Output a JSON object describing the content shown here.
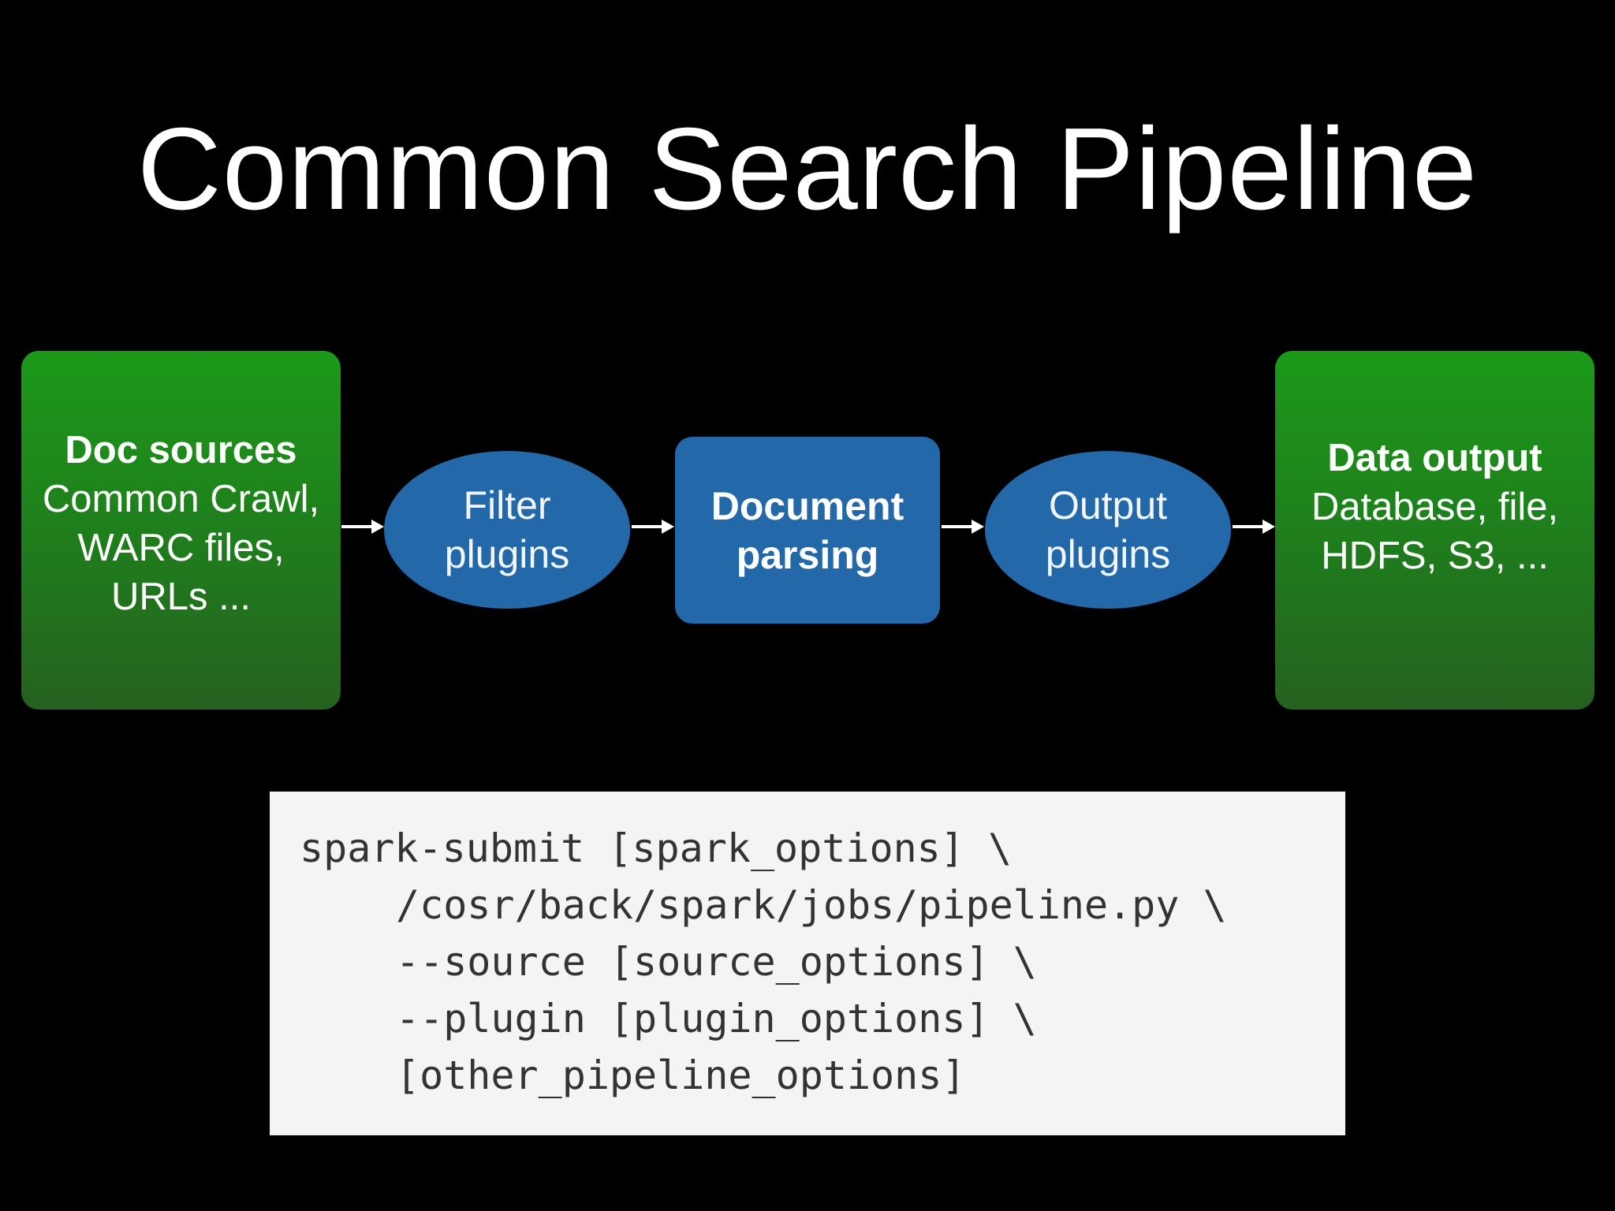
{
  "title": "Common Search Pipeline",
  "colors": {
    "background": "#000000",
    "green_box": "#1f7c1c",
    "blue_node": "#2368a8",
    "code_background": "#f4f4f4",
    "code_text": "#333333"
  },
  "nodes": {
    "doc_sources": {
      "heading": "Doc sources",
      "lines": [
        "Common Crawl,",
        "WARC files,",
        "URLs ..."
      ]
    },
    "filter_plugins": {
      "lines": [
        "Filter",
        "plugins"
      ]
    },
    "document_parsing": {
      "lines": [
        "Document",
        "parsing"
      ]
    },
    "output_plugins": {
      "lines": [
        "Output",
        "plugins"
      ]
    },
    "data_output": {
      "heading": "Data output",
      "lines": [
        "Database, file,",
        "HDFS, S3, ..."
      ]
    }
  },
  "arrows": [
    {
      "from": "doc_sources",
      "to": "filter_plugins",
      "icon": "arrow-right-icon"
    },
    {
      "from": "filter_plugins",
      "to": "document_parsing",
      "icon": "arrow-right-icon"
    },
    {
      "from": "document_parsing",
      "to": "output_plugins",
      "icon": "arrow-right-icon"
    },
    {
      "from": "output_plugins",
      "to": "data_output",
      "icon": "arrow-right-icon"
    }
  ],
  "code": {
    "lines": [
      "spark-submit [spark_options] \\",
      "/cosr/back/spark/jobs/pipeline.py \\",
      "--source [source_options] \\",
      "--plugin [plugin_options] \\",
      "[other_pipeline_options]"
    ]
  }
}
